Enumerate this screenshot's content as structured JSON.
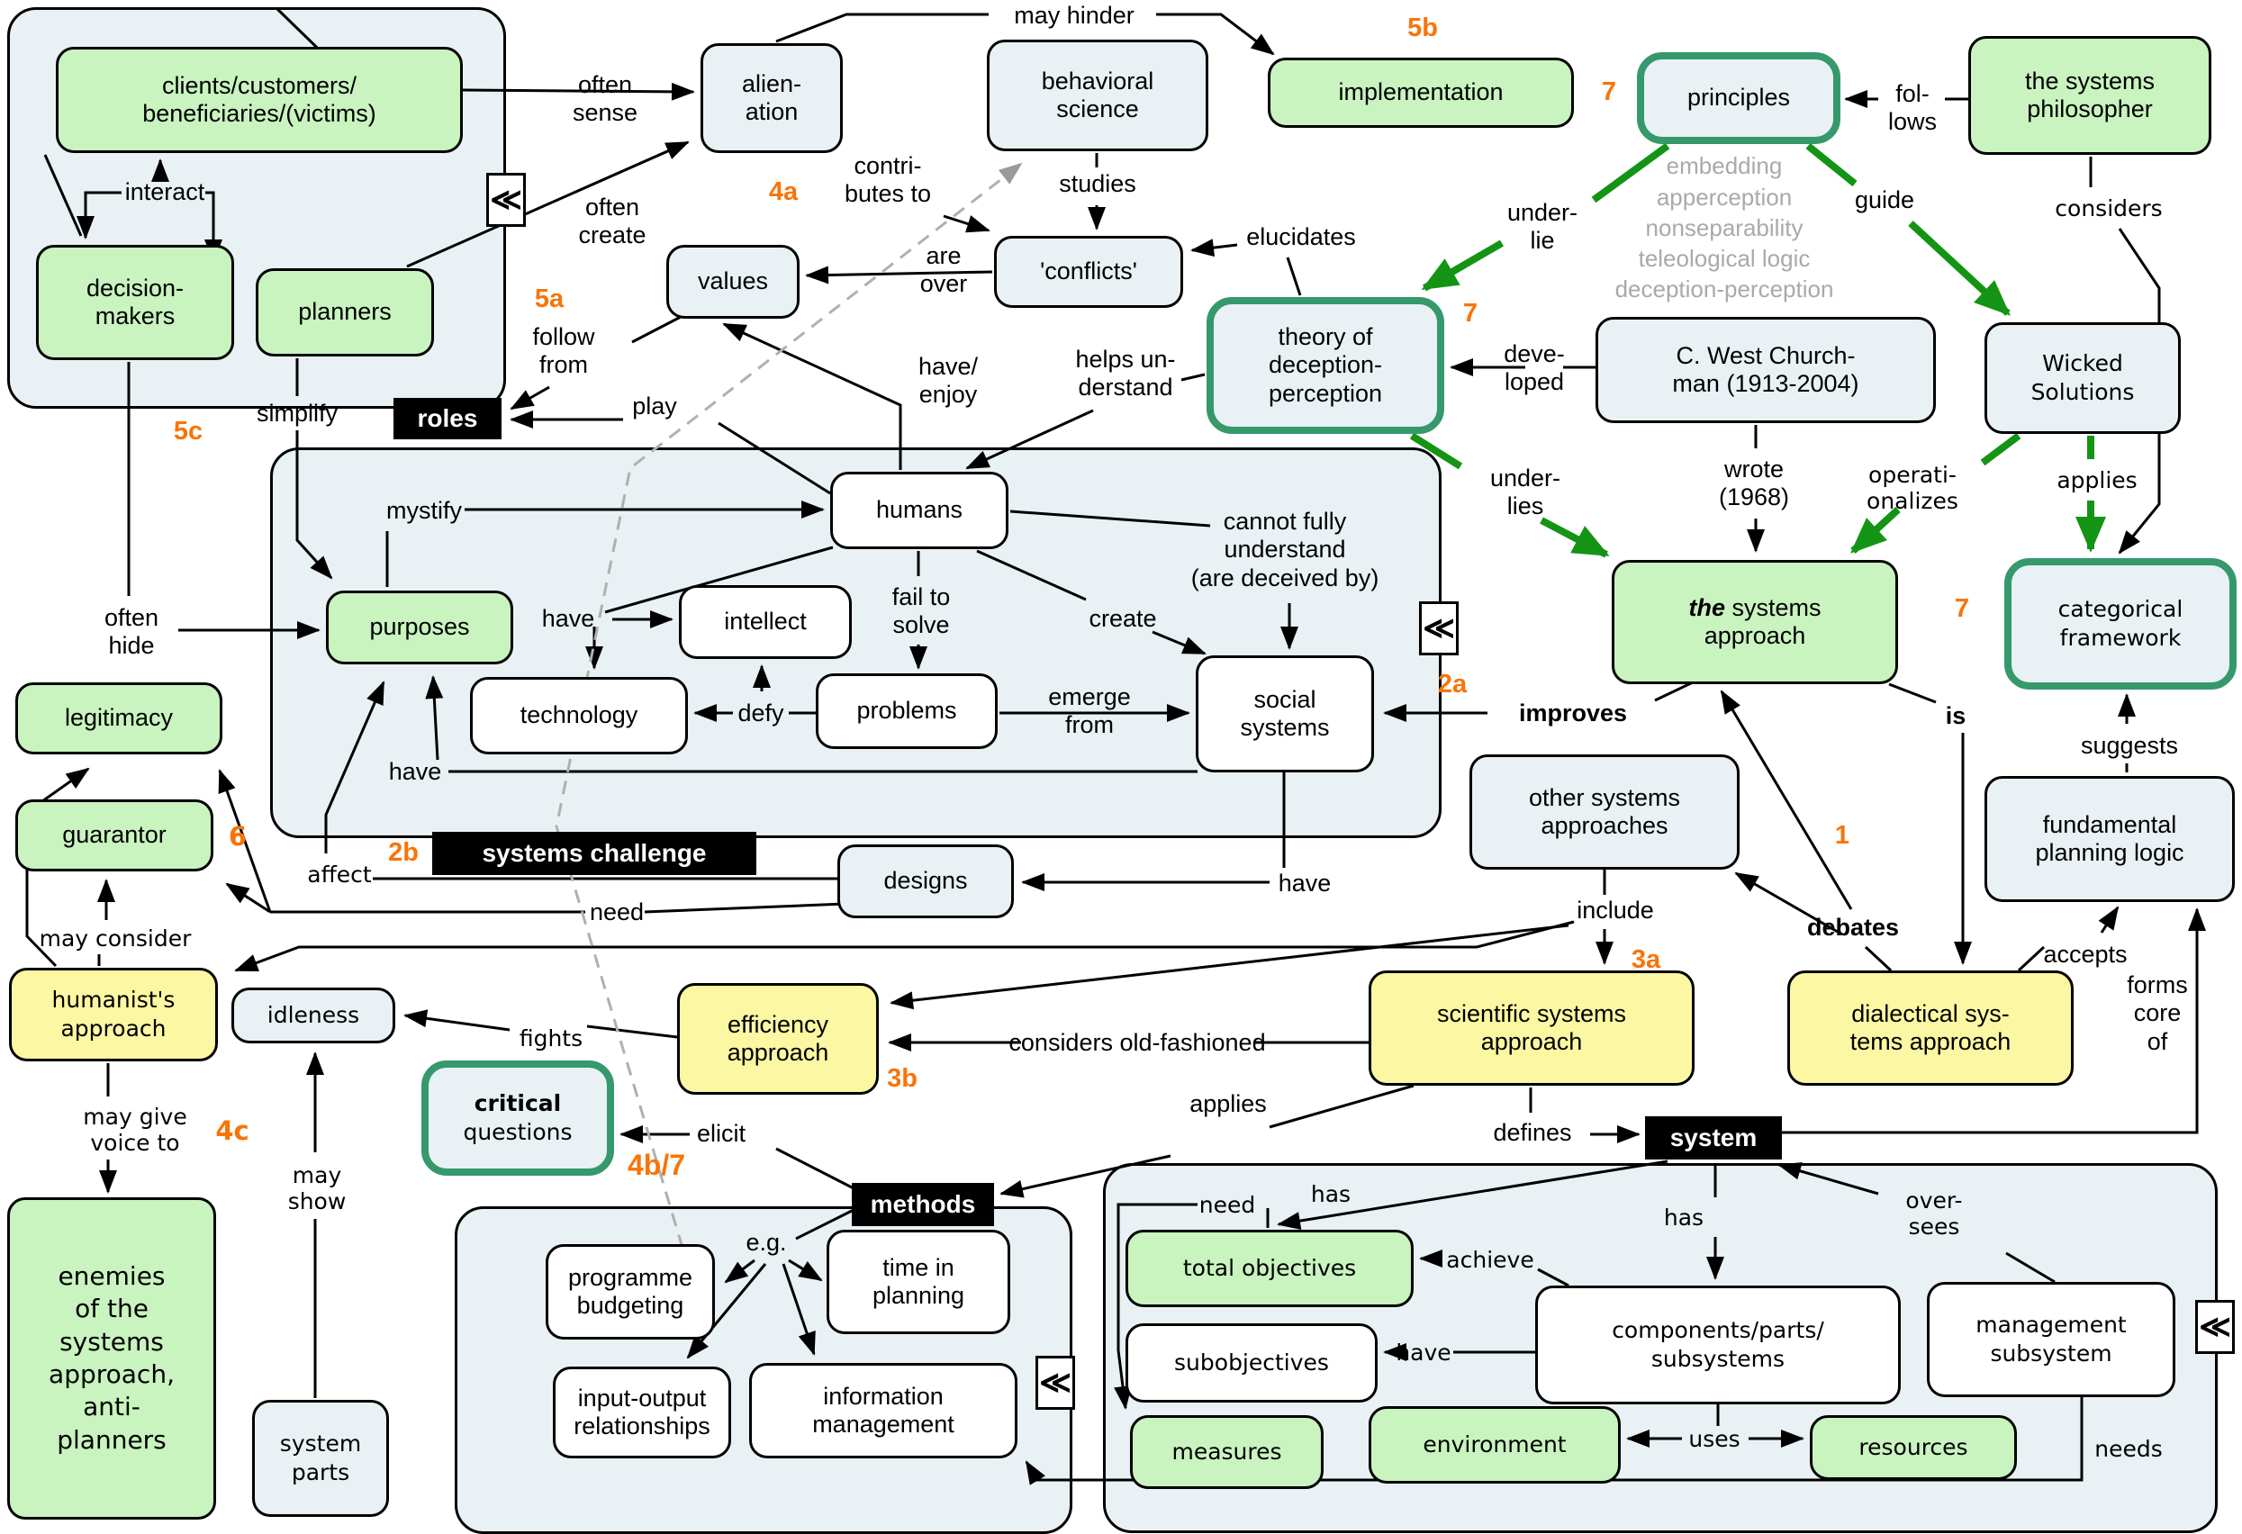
{
  "colors": {
    "box_blue": "#e9f1f4",
    "box_green": "#c9f3bf",
    "box_yellow": "#fcf7a2",
    "box_white": "#ffffff",
    "thick_border_green": "#35996b",
    "arrow_green": "#149414",
    "number_orange": "#f87408",
    "gray_text": "#a9a9a9"
  },
  "containers": {
    "roles": "roles",
    "systems_challenge": "systems challenge",
    "methods": "methods",
    "system": "system"
  },
  "nodes": {
    "clients": "clients/customers/\nbeneficiaries/(victims)",
    "decision_makers": "decision-\nmakers",
    "planners": "planners",
    "alienation": "alien-\nation",
    "behavioral_science": "behavioral\nscience",
    "implementation": "implementation",
    "principles": "principles",
    "systems_philosopher": "the systems\nphilosopher",
    "values": "values",
    "conflicts": "'conflicts'",
    "theory": "theory of\ndeception-\nperception",
    "churchman": "C. West Church-\nman (1913-2004)",
    "wicked": "Wicked\nSolutions",
    "tsa_em": "the",
    "tsa_rest": " systems\napproach",
    "categorical": "categorical\nframework",
    "fpl": "fundamental\nplanning logic",
    "osa": "other systems\napproaches",
    "ssa": "scientific systems\napproach",
    "dsa": "dialectical sys-\ntems approach",
    "humans": "humans",
    "purposes": "purposes",
    "intellect": "intellect",
    "technology": "technology",
    "problems": "problems",
    "social": "social\nsystems",
    "designs": "designs",
    "legitimacy": "legitimacy",
    "guarantor": "guarantor",
    "humanists": "humanist's\napproach",
    "idleness": "idleness",
    "critical_em": "critical",
    "critical_rest": "\nquestions",
    "efficiency": "efficiency\napproach",
    "enemies": "enemies\nof the\nsystems\napproach,\nanti-\nplanners",
    "system_parts": "system\nparts",
    "programme": "programme\nbudgeting",
    "time_planning": "time in\nplanning",
    "input_output": "input-output\nrelationships",
    "info_mgmt": "information\nmanagement",
    "total_objectives": "total objectives",
    "subobjectives": "subobjectives",
    "measures": "measures",
    "components": "components/parts/\nsubsystems",
    "mgmt_subsystem": "management\nsubsystem",
    "environment": "environment",
    "resources": "resources"
  },
  "principles_list": "embedding\napperception\nnonseparability\nteleological logic\ndeception-perception",
  "edge_labels": {
    "interact": "interact",
    "often_sense": "often\nsense",
    "often_create": "often\ncreate",
    "may_hinder": "may hinder",
    "studies": "studies",
    "contributes": "contri-\nbutes to",
    "are_over": "are\nover",
    "elucidates": "elucidates",
    "follows": "fol-\nlows",
    "underlie": "under-\nlie",
    "guide": "guide",
    "considers": "considers",
    "developed": "deve-\nloped",
    "helps_understand": "helps un-\nderstand",
    "have_enjoy": "have/\nenjoy",
    "follow_from": "follow\nfrom",
    "play": "play",
    "simplify": "simplify",
    "wrote": "wrote\n(1968)",
    "operationalizes": "operati-\nonalizes",
    "applies_wicked": "applies",
    "underlies": "under-\nlies",
    "mystify": "mystify",
    "cannot": "cannot fully\nunderstand\n(are deceived by)",
    "create": "create",
    "fail": "fail to\nsolve",
    "have_intellect": "have",
    "defy": "defy",
    "emerge": "emerge\nfrom",
    "have_purposes": "have",
    "often_hide": "often\nhide",
    "improves": "improves",
    "is": "is",
    "suggests": "suggests",
    "debates": "debates",
    "accepts": "accepts",
    "include": "include",
    "forms_core": "forms\ncore\nof",
    "defines": "defines",
    "affect": "affect",
    "need_designs": "need",
    "have_designs": "have",
    "may_consider": "may consider",
    "may_give_voice": "may give\nvoice to",
    "may_show": "may\nshow",
    "fights": "fights",
    "considers_old": "considers old-fashioned",
    "applies_ssa": "applies",
    "elicit": "elicit",
    "eg": "e.g.",
    "need_measures": "need",
    "has_objectives": "has",
    "has_components": "has",
    "oversees": "over-\nsees",
    "achieve": "achieve",
    "have_sub": "have",
    "uses": "uses",
    "needs": "needs"
  },
  "badges": {
    "n5a": "5a",
    "n5b": "5b",
    "n5c": "5c",
    "n4a": "4a",
    "n4b7": "4b/7",
    "n4c": "4c",
    "n3a": "3a",
    "n3b": "3b",
    "n2a": "2a",
    "n2b": "2b",
    "n1": "1",
    "n6": "6",
    "n7_principles": "7",
    "n7_theory": "7",
    "n7_categorical": "7"
  },
  "icons": {
    "collapse": "≪"
  }
}
